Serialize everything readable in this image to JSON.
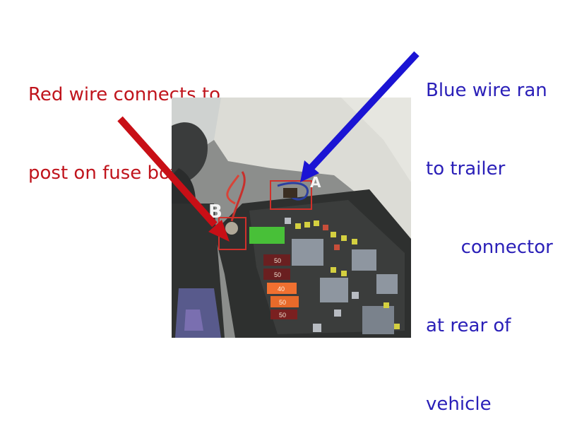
{
  "red_callout": {
    "lines": [
      "Red wire connects to",
      "post on fuse box"
    ],
    "color": "#c0141c"
  },
  "blue_callout": {
    "lines": [
      "Blue wire ran",
      "to trailer",
      "      connector",
      "at rear of",
      "vehicle"
    ],
    "color": "#2a1fb8"
  },
  "photo": {
    "marker_b": "B",
    "marker_a": "A",
    "fuse_labels": [
      "50",
      "50",
      "40",
      "50",
      "50"
    ]
  },
  "colors": {
    "red_arrow": "#c80f16",
    "blue_arrow": "#1b14d4",
    "highlight_box": "#d0302a"
  }
}
